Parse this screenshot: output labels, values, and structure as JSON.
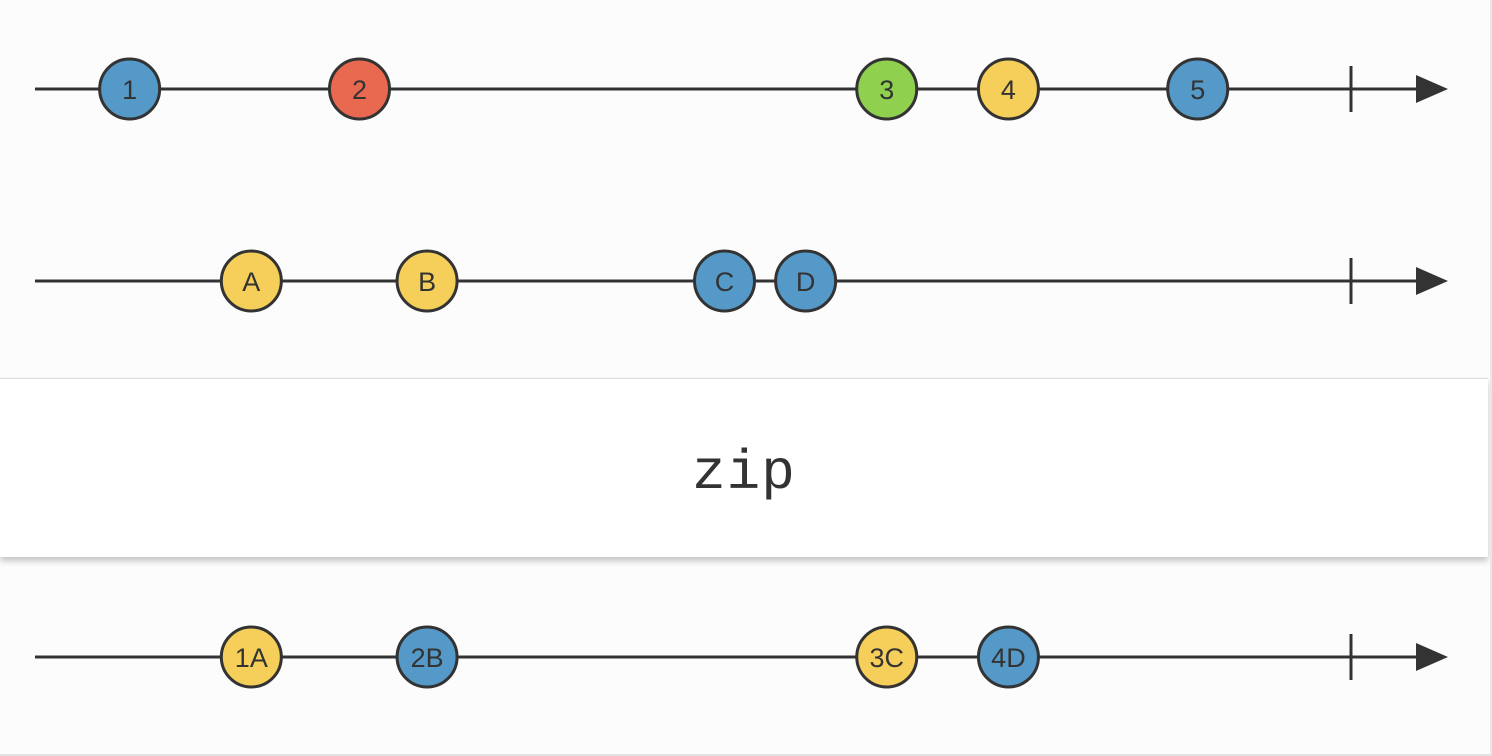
{
  "operator": {
    "label": "zip"
  },
  "colors": {
    "blue": "#5499c7",
    "red": "#e8694f",
    "green": "#8fd14f",
    "yellow": "#f6cf5a",
    "line": "#333333"
  },
  "timelines": [
    {
      "id": "source-1",
      "marbles": [
        {
          "label": "1",
          "color": "blue",
          "t": 0.07
        },
        {
          "label": "2",
          "color": "red",
          "t": 0.24
        },
        {
          "label": "3",
          "color": "green",
          "t": 0.63
        },
        {
          "label": "4",
          "color": "yellow",
          "t": 0.72
        },
        {
          "label": "5",
          "color": "blue",
          "t": 0.86
        }
      ],
      "completes": true
    },
    {
      "id": "source-2",
      "marbles": [
        {
          "label": "A",
          "color": "yellow",
          "t": 0.16
        },
        {
          "label": "B",
          "color": "yellow",
          "t": 0.29
        },
        {
          "label": "C",
          "color": "blue",
          "t": 0.51
        },
        {
          "label": "D",
          "color": "blue",
          "t": 0.57
        }
      ],
      "completes": true
    },
    {
      "id": "output",
      "marbles": [
        {
          "label": "1A",
          "color": "yellow",
          "t": 0.16
        },
        {
          "label": "2B",
          "color": "blue",
          "t": 0.29
        },
        {
          "label": "3C",
          "color": "yellow",
          "t": 0.63
        },
        {
          "label": "4D",
          "color": "blue",
          "t": 0.72
        }
      ],
      "completes": true
    }
  ]
}
